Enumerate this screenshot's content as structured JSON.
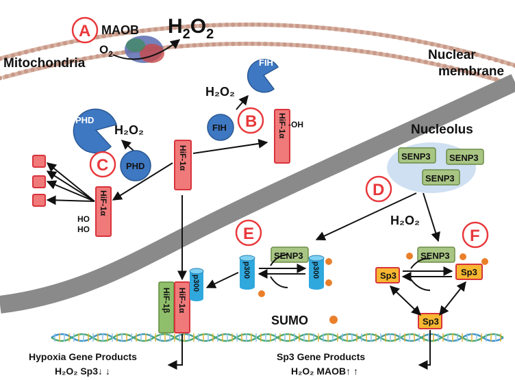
{
  "labels": {
    "mitochondria": "Mitochondria",
    "nuclear_membrane_1": "Nuclear",
    "nuclear_membrane_2": "membrane",
    "nucleolus": "Nucleolus",
    "maob": "MAOB",
    "o2_main": "O",
    "o2_sub": "2",
    "h2o2_big_main": "H",
    "h2o2_big_sub1": "2",
    "h2o2_big_o": "O",
    "h2o2_big_sub2": "2",
    "h2o2": "H₂O₂",
    "fih": "FIH",
    "phd": "PHD",
    "oh": "-OH",
    "ho": "HO",
    "hif1a": "HiF-1α",
    "hif1b": "HiF-1β",
    "senp3": "SENP3",
    "p300": "p300",
    "sp3": "Sp3",
    "sumo": "SUMO",
    "hypoxia_products": "Hypoxia Gene Products",
    "hypoxia_sub": "H₂O₂ Sp3↓ ↓",
    "sp3_products": "Sp3 Gene Products",
    "sp3_sub": "H₂O₂ MAOB↑ ↑"
  },
  "panels": [
    "A",
    "B",
    "C",
    "D",
    "E",
    "F"
  ],
  "colors": {
    "panel_letter": "#e8383b",
    "hif": "#f07a7a",
    "senp3": "#a8c584",
    "sp3": "#f7b731",
    "sumo": "#ea7f2a",
    "fih_phd": "#3e78c2",
    "p300": "#2fa8de",
    "membrane": "#8a8a8a",
    "nucleolus": "#cfe0f2"
  }
}
